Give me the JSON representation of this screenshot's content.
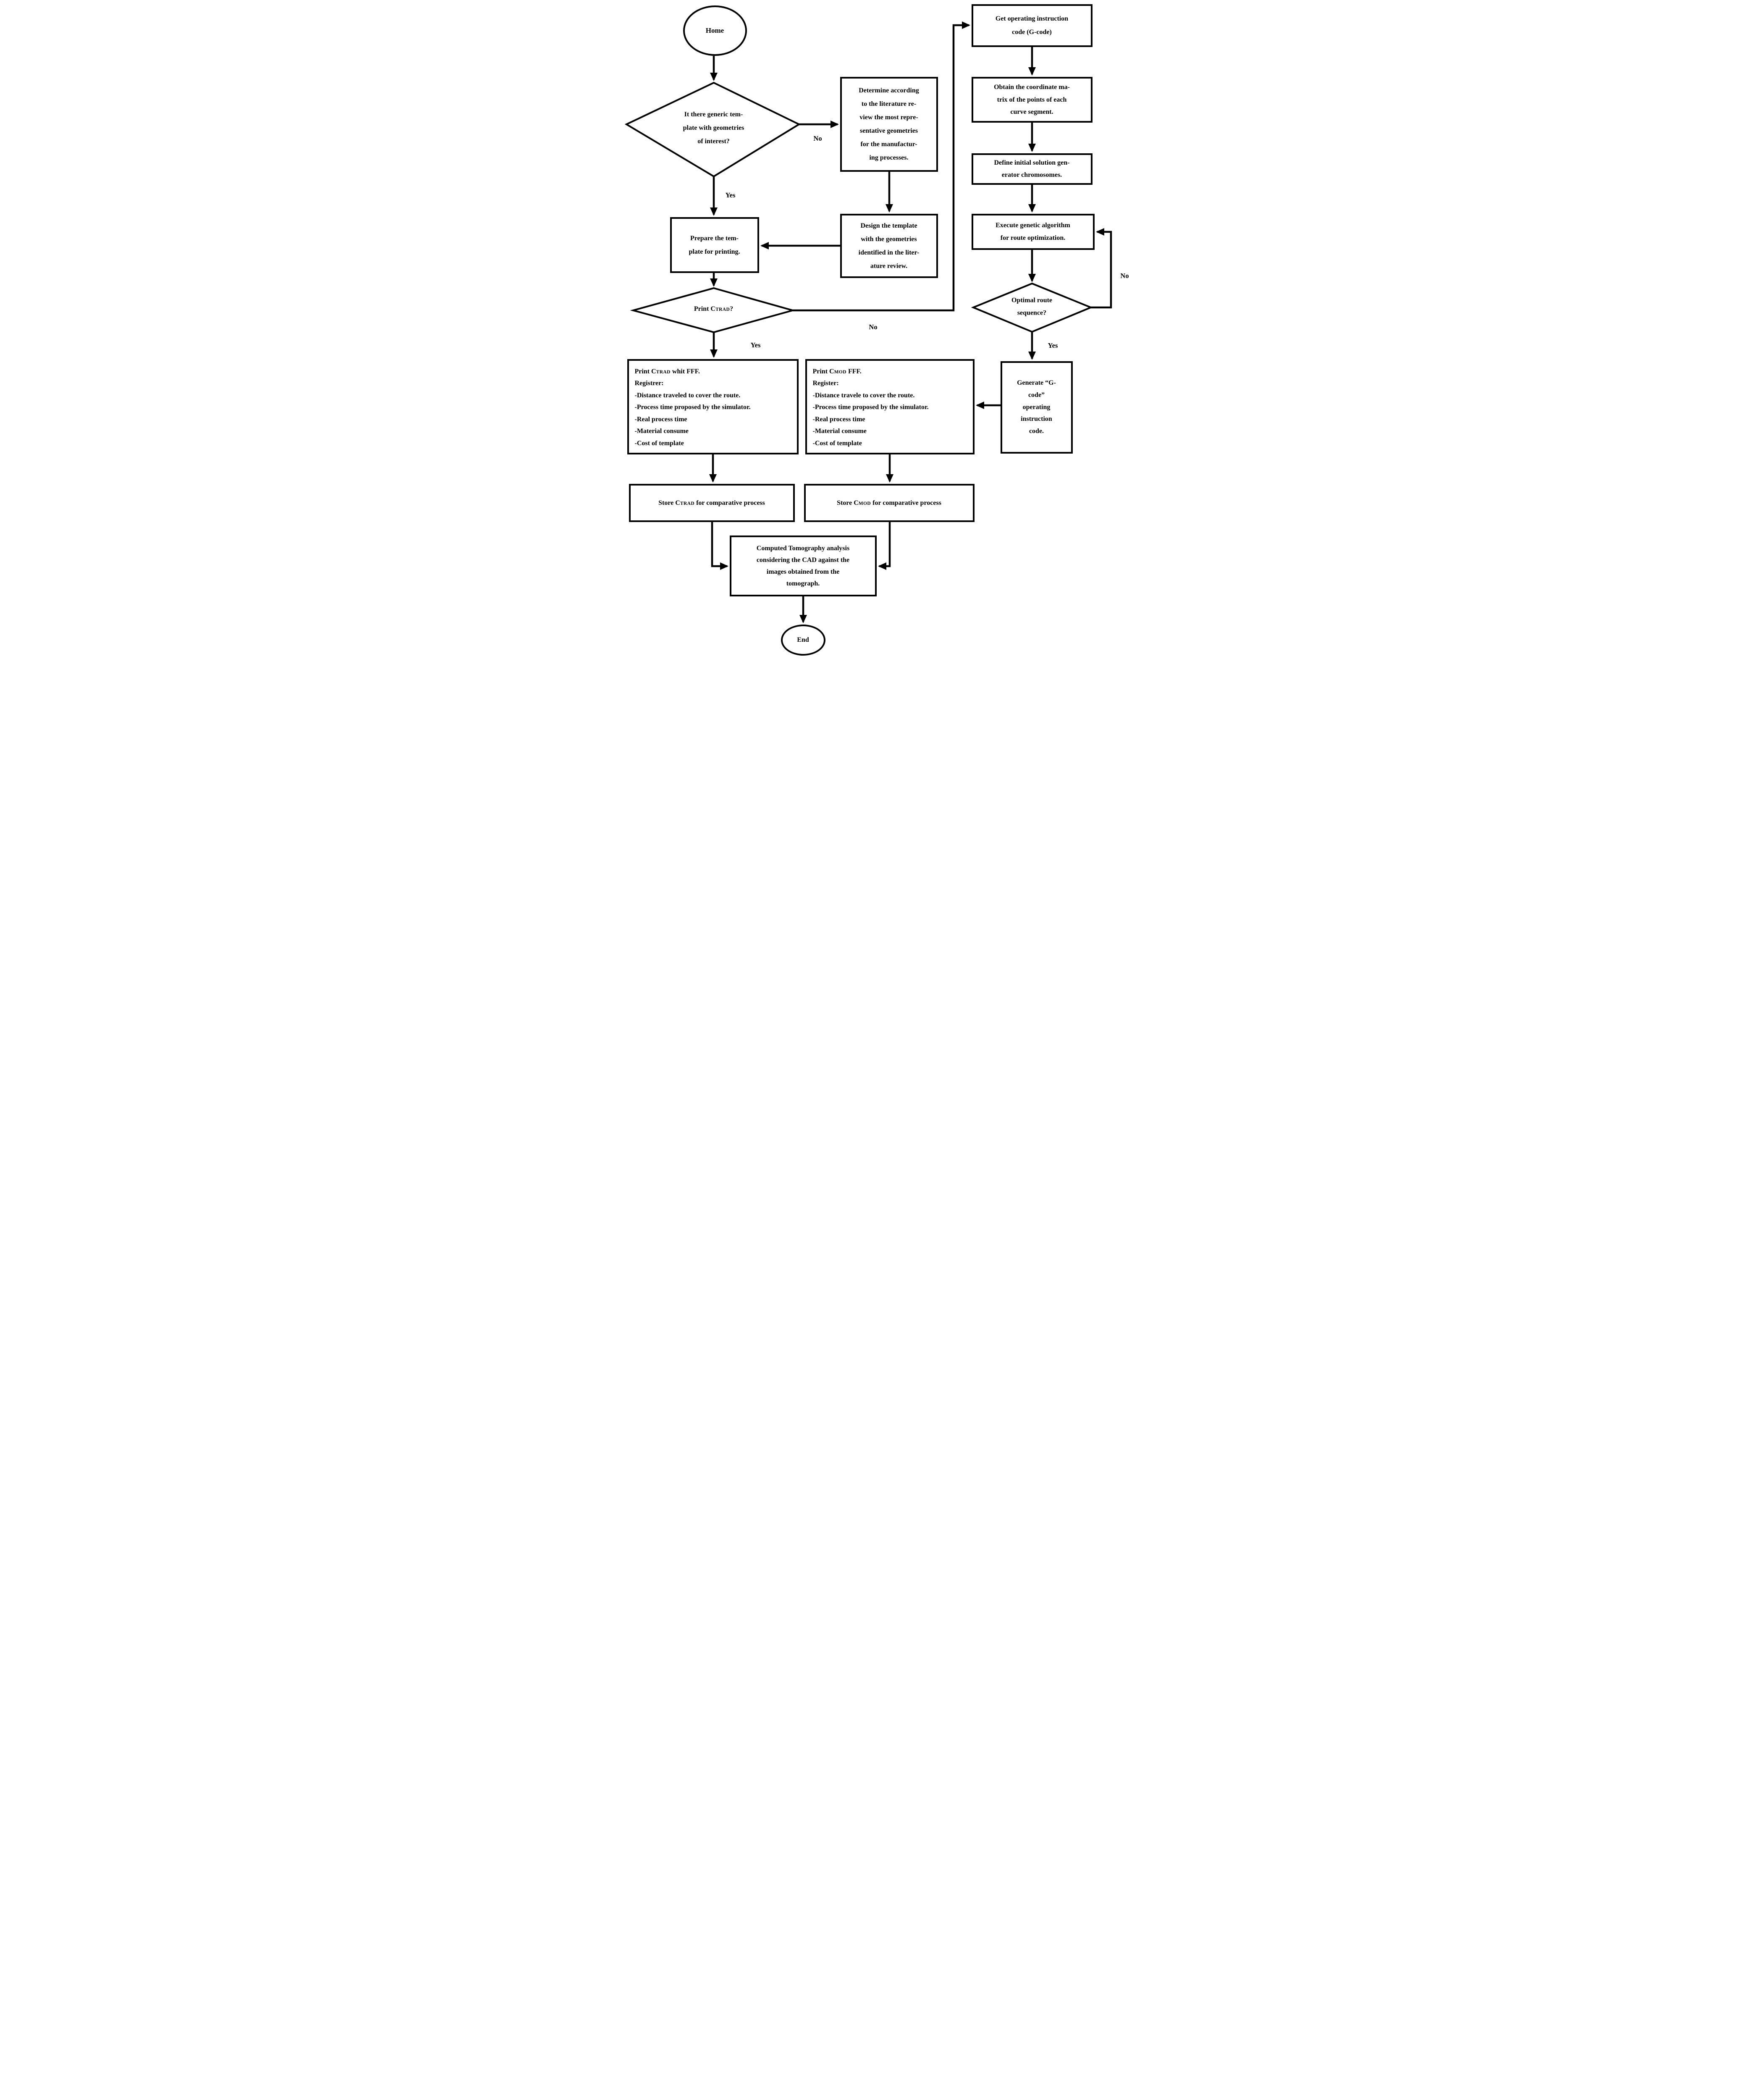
{
  "title": "Flowchart",
  "colors": {
    "line": "#000000",
    "background": "#ffffff",
    "text": "#000000"
  },
  "nodes": {
    "home": {
      "label": "Home"
    },
    "generic_template_decision": {
      "label": "It there generic tem-\nplate with geometries\nof interest?"
    },
    "determine_literature": {
      "label": "Determine according\nto the literature re-\nview the most repre-\nsentative geometries\nfor the manufactur-\ning processes."
    },
    "design_template": {
      "label": "Design the template\nwith the geometries\nidentified in the liter-\nature review."
    },
    "prepare_template": {
      "label": "Prepare the tem-\nplate for printing."
    },
    "print_ctrad_decision": {
      "prefix": "Print C",
      "sub": "TRAD",
      "suffix": "?"
    },
    "get_gcode": {
      "label": "Get operating instruction\ncode (G-code)"
    },
    "obtain_matrix": {
      "label": "Obtain the coordinate ma-\ntrix of the points of each\ncurve segment."
    },
    "define_chromosomes": {
      "label": "Define initial solution gen-\nerator chromosomes."
    },
    "execute_ga": {
      "label": "Execute genetic algorithm\nfor route optimization."
    },
    "optimal_route_decision": {
      "label": "Optimal route\nsequence?"
    },
    "generate_gcode": {
      "label": "Generate “G-\ncode”\noperating\ninstruction\ncode."
    },
    "print_ctrad": {
      "prefix": "Print C",
      "sub": "TRAD",
      "suffix": " whit FFF.",
      "body": "Registrer:\n-Distance traveled to cover the route.\n-Process time proposed by the simulator.\n-Real process time\n-Material consume\n-Cost of template"
    },
    "print_cmod": {
      "prefix": "Print C",
      "sub": "MOD",
      "suffix": " FFF.",
      "body": "Register:\n-Distance travele to cover the route.\n-Process time proposed by the simulator.\n-Real process time\n-Material consume\n-Cost of template"
    },
    "store_ctrad": {
      "prefix": "Store C",
      "sub": "TRAD",
      "suffix": " for comparative process"
    },
    "store_cmod": {
      "prefix": "Store C",
      "sub": "MOD",
      "suffix": " for comparative process"
    },
    "ct_analysis": {
      "label": "Computed Tomography analysis\nconsidering the CAD against the\nimages obtained from the\ntomograph."
    },
    "end": {
      "label": "End"
    }
  },
  "edge_labels": {
    "generic_no": "No",
    "generic_yes": "Yes",
    "print_no": "No",
    "print_yes": "Yes",
    "optimal_no": "No",
    "optimal_yes": "Yes"
  }
}
